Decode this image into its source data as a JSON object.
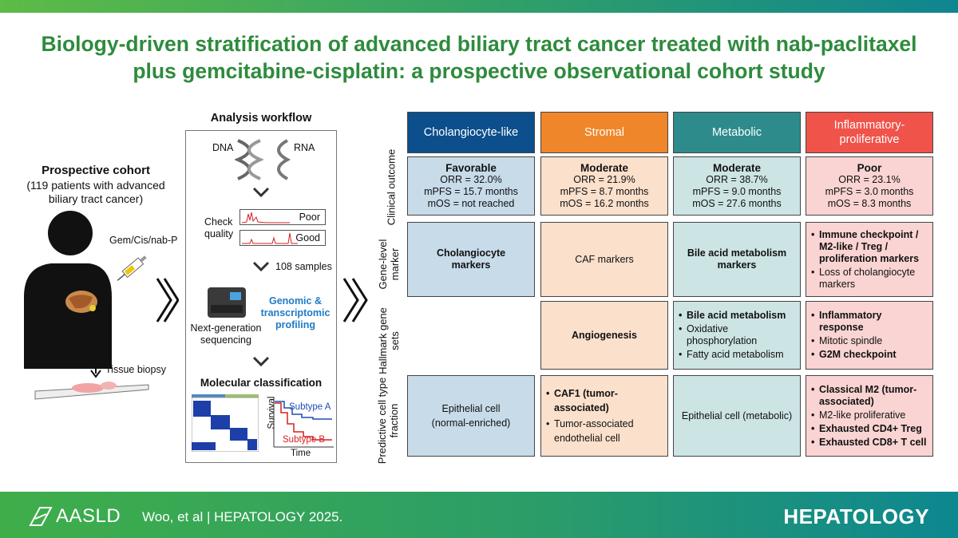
{
  "title": "Biology-driven stratification of advanced biliary tract cancer treated with nab-paclitaxel plus gemcitabine-cisplatin: a prospective observational cohort study",
  "left_panel": {
    "cohort_title": "Prospective cohort",
    "cohort_subtitle": "(119 patients with advanced biliary tract cancer)",
    "treatment_label": "Gem/Cis/nab-P",
    "biopsy_label": "Tissue biopsy"
  },
  "workflow": {
    "title": "Analysis workflow",
    "dna_label": "DNA",
    "rna_label": "RNA",
    "check_quality_label": "Check quality",
    "poor_label": "Poor",
    "good_label": "Good",
    "samples_label": "108 samples",
    "ngs_label": "Next-generation sequencing",
    "profiling_label": "Genomic & transcriptomic profiling",
    "classification_title": "Molecular classification",
    "survival_label": "Survival",
    "time_label": "Time",
    "subtype_a": "Subtype  A",
    "subtype_b": "Subtype  B"
  },
  "subtypes": [
    {
      "name": "Cholangiocyte-like",
      "color": "#0c4f8c"
    },
    {
      "name": "Stromal",
      "color": "#f0862a"
    },
    {
      "name": "Metabolic",
      "color": "#2e8b8c"
    },
    {
      "name": "Inflammatory-proliferative",
      "color": "#f0534a"
    }
  ],
  "row_labels": [
    "Clinical outcome",
    "Gene-level marker",
    "Hallmark gene sets",
    "Predictive cell type fraction"
  ],
  "clinical": [
    {
      "outcome": "Favorable",
      "orr": "ORR = 32.0%",
      "mpfs": "mPFS = 15.7 months",
      "mos": "mOS = not reached"
    },
    {
      "outcome": "Moderate",
      "orr": "ORR = 21.9%",
      "mpfs": "mPFS = 8.7 months",
      "mos": "mOS = 16.2 months"
    },
    {
      "outcome": "Moderate",
      "orr": "ORR = 38.7%",
      "mpfs": "mPFS = 9.0 months",
      "mos": "mOS = 27.6 months"
    },
    {
      "outcome": "Poor",
      "orr": "ORR = 23.1%",
      "mpfs": "mPFS = 3.0 months",
      "mos": "mOS = 8.3 months"
    }
  ],
  "gene_markers": {
    "cholangiocyte": "Cholangiocyte markers",
    "stromal": "CAF markers",
    "metabolic": "Bile acid metabolism markers",
    "inflammatory": [
      "Immune checkpoint / M2-like / Treg / proliferation markers",
      "Loss of cholangiocyte markers"
    ]
  },
  "hallmark": {
    "stromal": "Angiogenesis",
    "metabolic": [
      "Bile acid metabolism",
      "Oxidative phosphorylation",
      "Fatty acid metabolism"
    ],
    "inflammatory": [
      "Inflammatory response",
      "Mitotic spindle",
      "G2M checkpoint"
    ]
  },
  "cell_fraction": {
    "cholangiocyte": "Epithelial cell (normal-enriched)",
    "stromal": [
      "CAF1 (tumor-associated)",
      "Tumor-associated endothelial cell"
    ],
    "metabolic": "Epithelial cell (metabolic)",
    "inflammatory": [
      "Classical M2 (tumor-associated)",
      "M2-like proliferative",
      "Exhausted CD4+ Treg",
      "Exhausted CD8+ T cell"
    ]
  },
  "footer": {
    "society": "AASLD",
    "citation": "Woo, et al  |  HEPATOLOGY 2025.",
    "journal": "HEPATOLOGY"
  }
}
